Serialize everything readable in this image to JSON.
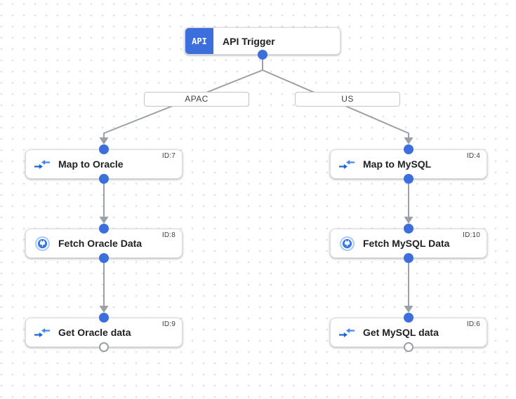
{
  "canvas": {
    "description": "integration workflow designer canvas"
  },
  "colors": {
    "accent_blue": "#3c6edc",
    "edge_gray": "#9aa0a6",
    "node_border": "#dadce0",
    "mapping_arrow_dark": "#1967d2",
    "mapping_arrow_light": "#4285f4",
    "connector_ring": "#a8c7fa",
    "connector_fill": "#3578e5",
    "canvas_dot": "#dfe1e5"
  },
  "trigger": {
    "icon_label": "API",
    "label": "API Trigger",
    "icon": "api-trigger-icon"
  },
  "branches": [
    {
      "label": "APAC"
    },
    {
      "label": "US"
    }
  ],
  "nodes": [
    {
      "label": "Map to Oracle",
      "id": "ID:7",
      "icon": "data-mapping-icon"
    },
    {
      "label": "Fetch Oracle Data",
      "id": "ID:8",
      "icon": "connector-icon"
    },
    {
      "label": "Get Oracle data",
      "id": "ID:9",
      "icon": "data-mapping-icon"
    },
    {
      "label": "Map to MySQL",
      "id": "ID:4",
      "icon": "data-mapping-icon"
    },
    {
      "label": "Fetch MySQL Data",
      "id": "ID:10",
      "icon": "connector-icon"
    },
    {
      "label": "Get MySQL data",
      "id": "ID:6",
      "icon": "data-mapping-icon"
    }
  ]
}
